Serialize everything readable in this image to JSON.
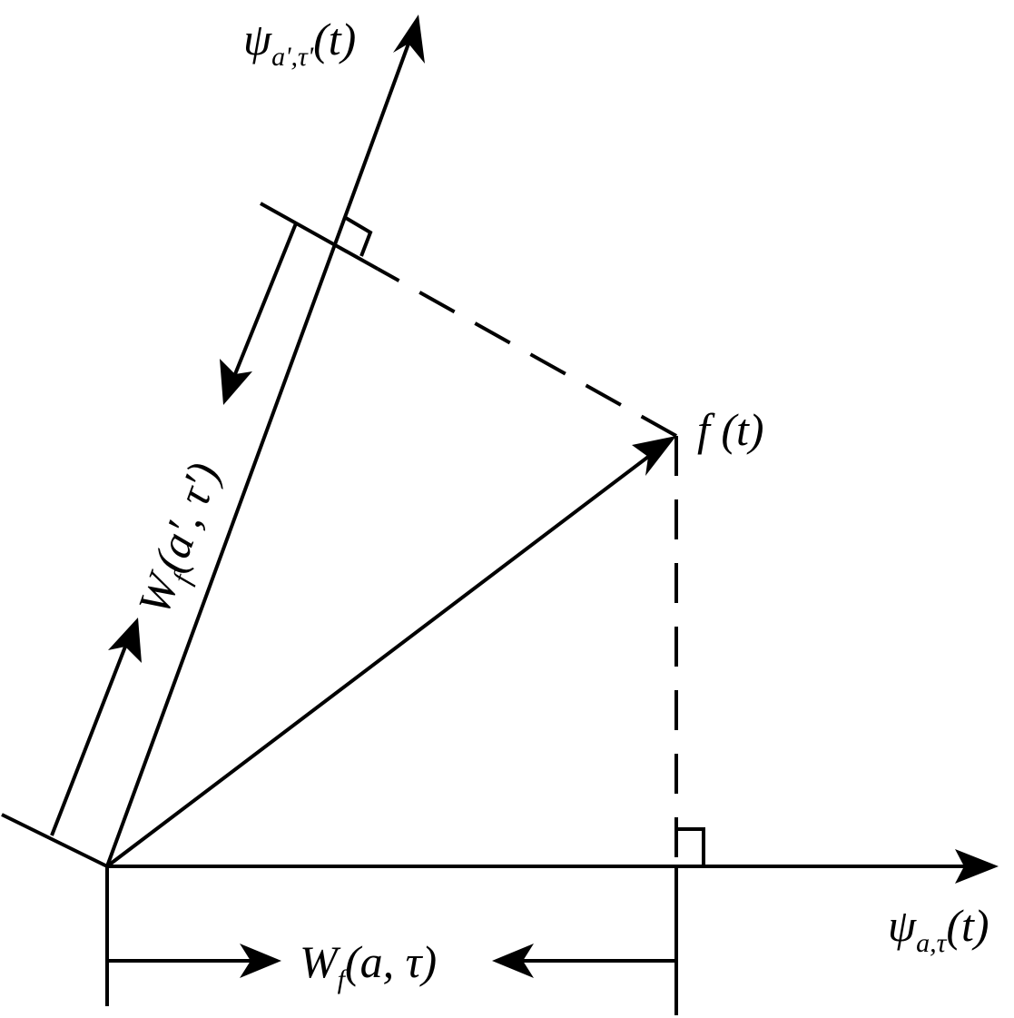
{
  "labels": {
    "psi_prime": {
      "symbol": "ψ",
      "subscript": "a',τ'",
      "argument": "(t)"
    },
    "psi": {
      "symbol": "ψ",
      "subscript": "a,τ",
      "argument": "(t)"
    },
    "f": {
      "text": "f (t)"
    },
    "w_prime": {
      "symbol": "W",
      "subscript": "f",
      "argument": "(a′, τ′)"
    },
    "w": {
      "symbol": "W",
      "subscript": "f",
      "argument": "(a, τ)"
    }
  }
}
